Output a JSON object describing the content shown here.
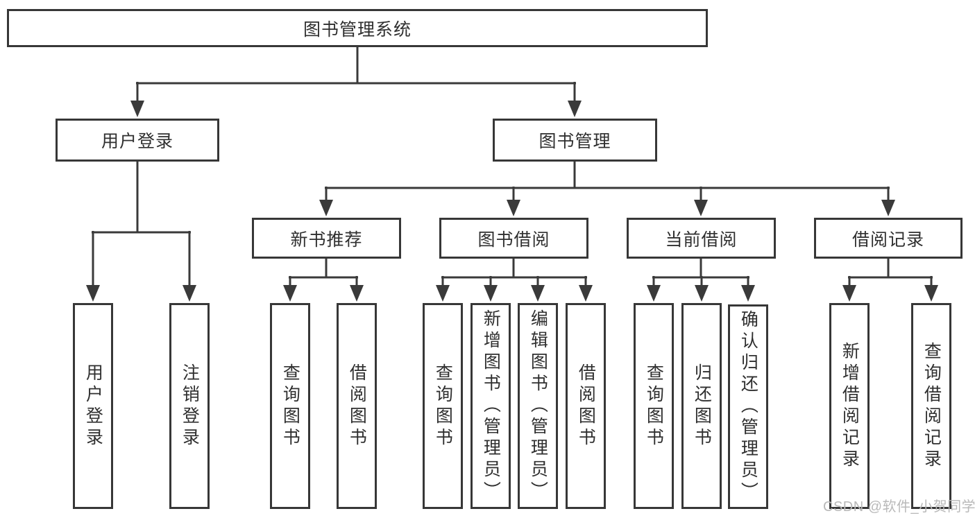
{
  "diagram_title": "图书管理系统",
  "colors": {
    "line": "#3a3a3a",
    "box_border": "#373737",
    "box_fill": "#ffffff",
    "text": "#2f2f2f",
    "watermark": "#b9b9b9"
  },
  "nodes": {
    "root": {
      "label": "图书管理系统"
    },
    "user_login_group": {
      "label": "用户登录"
    },
    "book_management": {
      "label": "图书管理"
    },
    "new_book_recommend": {
      "label": "新书推荐"
    },
    "book_borrowing": {
      "label": "图书借阅"
    },
    "current_borrowing": {
      "label": "当前借阅"
    },
    "borrow_records": {
      "label": "借阅记录"
    },
    "user_login": {
      "label": "用户登录"
    },
    "logout_login": {
      "label": "注销登录"
    },
    "query_books_1": {
      "label": "查询图书"
    },
    "borrow_books_1": {
      "label": "借阅图书"
    },
    "query_books_2": {
      "label": "查询图书"
    },
    "add_book_admin": {
      "label": "新增图书（管理员）"
    },
    "edit_book_admin": {
      "label": "编辑图书（管理员）"
    },
    "borrow_books_2": {
      "label": "借阅图书"
    },
    "query_books_3": {
      "label": "查询图书"
    },
    "return_books": {
      "label": "归还图书"
    },
    "confirm_return_admin": {
      "label": "确认归还（管理员）"
    },
    "add_borrow_record": {
      "label": "新增借阅记录"
    },
    "query_borrow_record": {
      "label": "查询借阅记录"
    }
  },
  "hierarchy": {
    "root": [
      "user_login_group",
      "book_management"
    ],
    "user_login_group": [
      "user_login",
      "logout_login"
    ],
    "book_management": [
      "new_book_recommend",
      "book_borrowing",
      "current_borrowing",
      "borrow_records"
    ],
    "new_book_recommend": [
      "query_books_1",
      "borrow_books_1"
    ],
    "book_borrowing": [
      "query_books_2",
      "add_book_admin",
      "edit_book_admin",
      "borrow_books_2"
    ],
    "current_borrowing": [
      "query_books_3",
      "return_books",
      "confirm_return_admin"
    ],
    "borrow_records": [
      "add_borrow_record",
      "query_borrow_record"
    ]
  },
  "watermark": {
    "text": "CSDN @软件_小贺同学"
  }
}
